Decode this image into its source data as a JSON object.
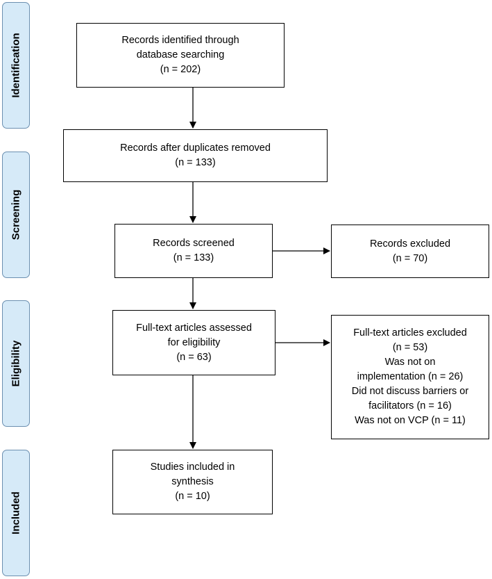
{
  "stages": [
    {
      "id": "identification",
      "label": "Identification"
    },
    {
      "id": "screening",
      "label": "Screening"
    },
    {
      "id": "eligibility",
      "label": "Eligibility"
    },
    {
      "id": "included",
      "label": "Included"
    }
  ],
  "boxes": {
    "identified": {
      "lines": [
        "Records identified through",
        "database searching",
        "(n = 202)"
      ]
    },
    "duplicates_removed": {
      "lines": [
        "Records after duplicates removed",
        "(n = 133)"
      ]
    },
    "screened": {
      "lines": [
        "Records screened",
        "(n = 133)"
      ]
    },
    "excluded": {
      "lines": [
        "Records excluded",
        "(n = 70)"
      ]
    },
    "full_text_assessed": {
      "lines": [
        "Full-text articles assessed",
        "for eligibility",
        "(n = 63)"
      ]
    },
    "full_text_excluded": {
      "lines": [
        "Full-text articles excluded",
        "(n = 53)",
        "Was not on",
        "implementation (n = 26)",
        "Did not discuss barriers or",
        "facilitators (n = 16)",
        "Was not on VCP (n = 11)"
      ]
    },
    "included_synthesis": {
      "lines": [
        "Studies included in",
        "synthesis",
        "(n = 10)"
      ]
    }
  }
}
